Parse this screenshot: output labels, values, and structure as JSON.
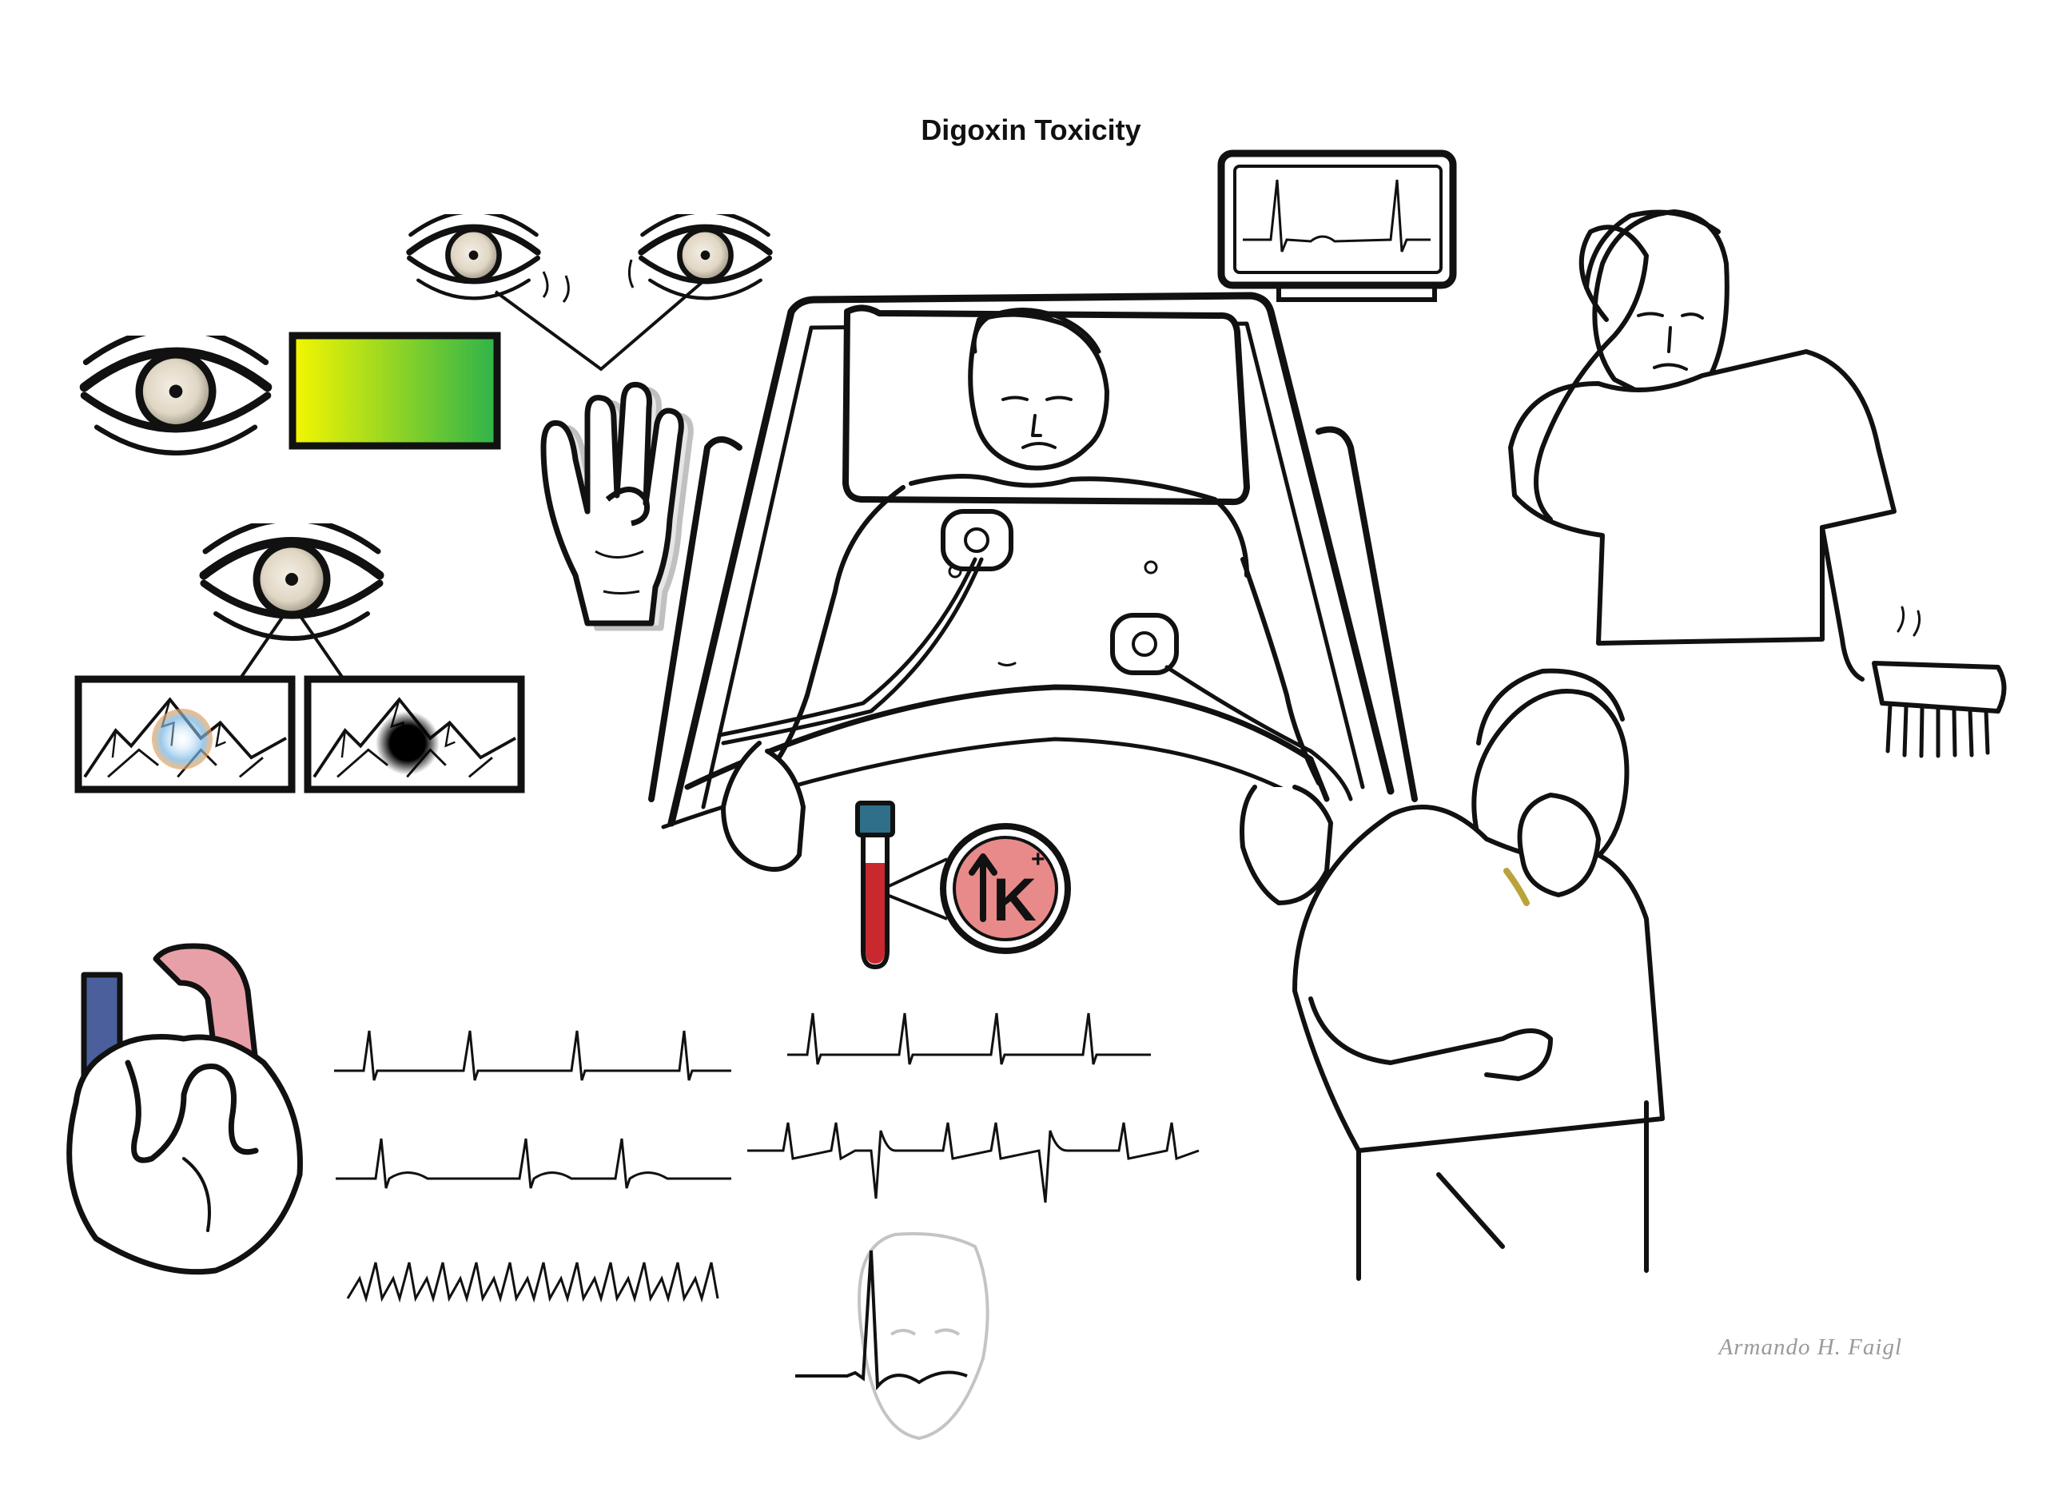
{
  "title": "Digoxin Toxicity",
  "signature": "Armando H. Faigl",
  "potassium_badge": {
    "symbol": "K",
    "charge": "+"
  },
  "colors": {
    "line": "#111111",
    "vision_gradient_start": "#f6f600",
    "vision_gradient_end": "#2db34a",
    "blood": "#c8282e",
    "tube_cap": "#2f6f8a",
    "potassium_badge": "#e88a8a",
    "abdominal_pain_glow": "#e05a6a",
    "heart_venous": "#4a5f9c",
    "heart_arterial": "#e8a0a8",
    "blur_halo": "#6fb3e6",
    "faded_face": "#c4c4c4"
  },
  "icons": [
    "eye-icon",
    "color-vision-swatch",
    "hand-icon",
    "scotoma-mountain-scene",
    "blurred-mountain-scene",
    "ecg-monitor-icon",
    "hospital-bed-patient",
    "blood-sample-tube",
    "potassium-increase-badge",
    "headache-person",
    "nauseated-person",
    "heart-anatomy",
    "ecg-strip",
    "faded-face-ecg"
  ]
}
